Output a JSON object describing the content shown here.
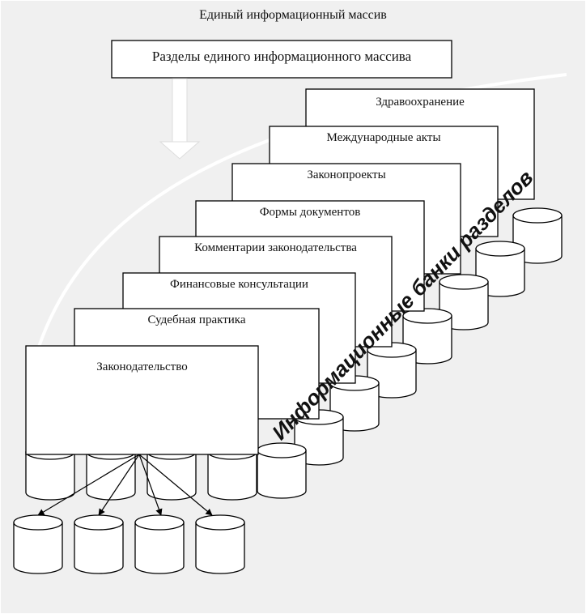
{
  "title": "Единый информационный массив",
  "header_box": "Разделы единого информационного массива",
  "sections": [
    "Здравоохранение",
    "Международные акты",
    "Законопроекты",
    "Формы документов",
    "Комментарии законодательства",
    "Финансовые консультации",
    "Судебная практика",
    "Законодательство"
  ],
  "banks_label": "Информационные банки разделов",
  "colors": {
    "background": "#f0f0f0",
    "box_fill": "#ffffff",
    "stroke": "#000000",
    "curve": "#ffffff",
    "arrow": "#ffffff"
  }
}
